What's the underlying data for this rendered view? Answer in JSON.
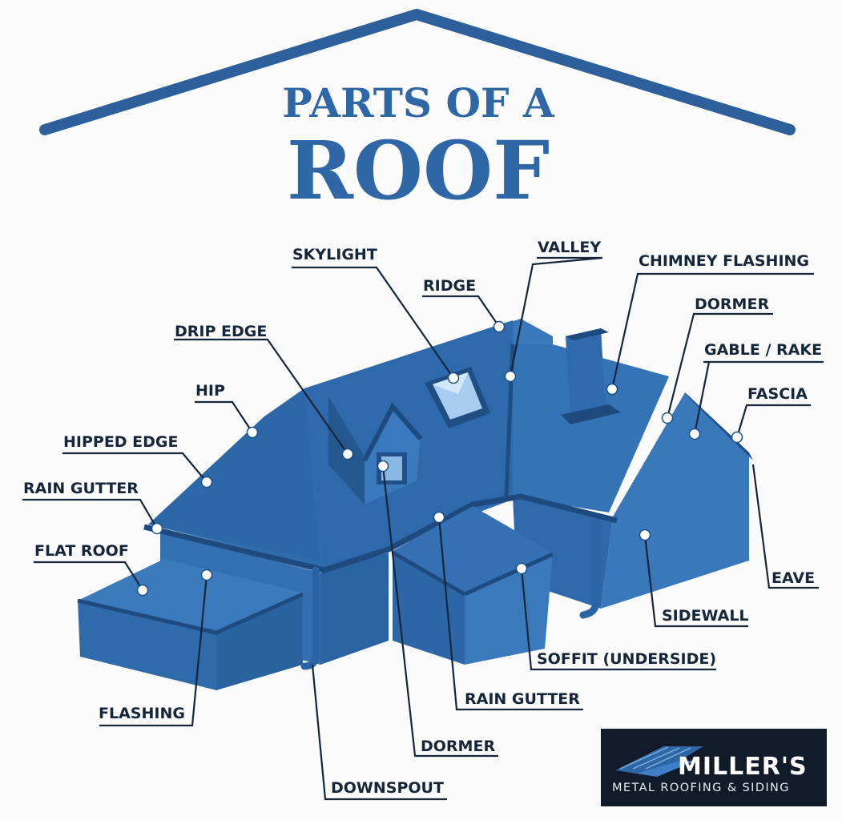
{
  "title": {
    "line1": "PARTS OF A",
    "line2": "ROOF"
  },
  "labels": {
    "skylight": "SKYLIGHT",
    "valley": "VALLEY",
    "chimney_flashing": "CHIMNEY FLASHING",
    "ridge": "RIDGE",
    "dormer_top": "DORMER",
    "drip_edge": "DRIP EDGE",
    "gable_rake": "GABLE / RAKE",
    "hip": "HIP",
    "fascia": "FASCIA",
    "hipped_edge": "HIPPED EDGE",
    "rain_gutter_left": "RAIN GUTTER",
    "flat_roof": "FLAT ROOF",
    "eave": "EAVE",
    "sidewall": "SIDEWALL",
    "soffit": "SOFFIT (UNDERSIDE)",
    "flashing": "FLASHING",
    "rain_gutter_bottom": "RAIN GUTTER",
    "dormer_bottom": "DORMER",
    "downspout": "DOWNSPOUT"
  },
  "logo": {
    "name": "MILLER'S",
    "tagline": "METAL ROOFING & SIDING"
  },
  "colors": {
    "roof_blue": "#2f67a6",
    "label_text": "#16263a",
    "logo_bg": "#101a28"
  }
}
